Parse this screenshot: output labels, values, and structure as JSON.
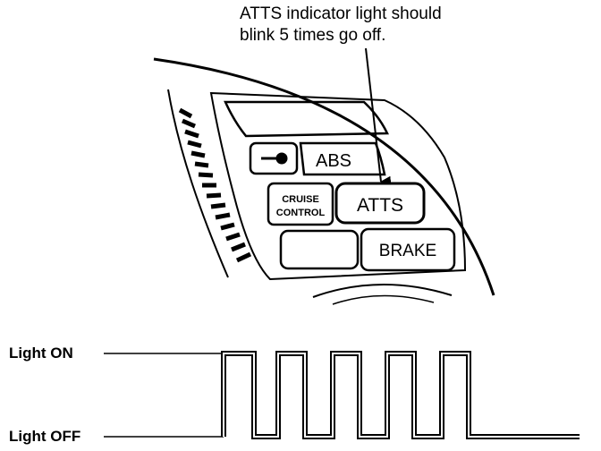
{
  "caption": {
    "line1": "ATTS indicator light should",
    "line2": "blink 5 times go off."
  },
  "panel": {
    "abs_label": "ABS",
    "cruise_line1": "CRUISE",
    "cruise_line2": "CONTROL",
    "atts_label": "ATTS",
    "brake_label": "BRAKE",
    "key_icon": "key-icon"
  },
  "waveform": {
    "on_label": "Light ON",
    "off_label": "Light OFF",
    "blink_count": 5
  }
}
